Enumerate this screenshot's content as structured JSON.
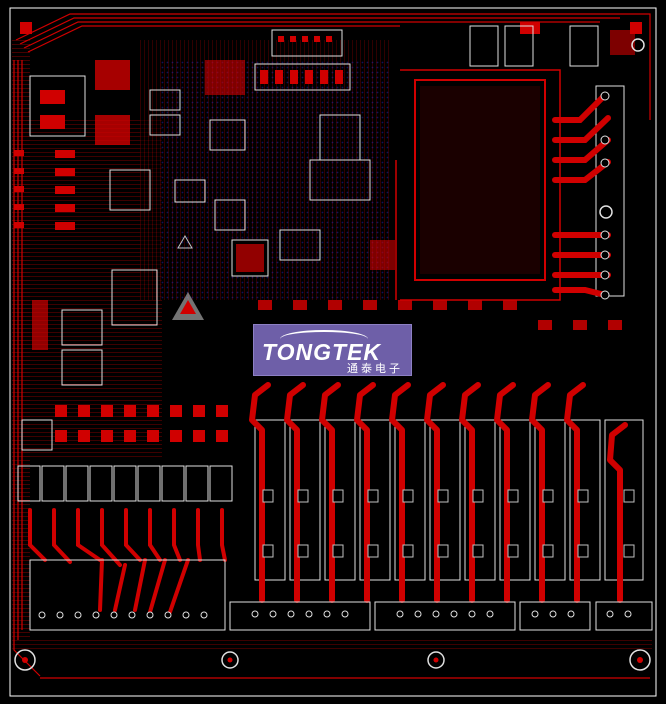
{
  "brand": {
    "name": "TONGTEK",
    "subtitle": "通泰电子"
  },
  "colors": {
    "board_background": "#000000",
    "copper_top": "#d00000",
    "copper_bottom": "#1a1aff",
    "silkscreen": "#e0e0e0",
    "outline": "#ffffff",
    "logo_background": "#6e5fa8"
  },
  "icons": {
    "esd_warning": "warning-triangle-icon",
    "mounting_hole": "mounting-hole-icon"
  },
  "board": {
    "relay_channels": 11,
    "driver_channels": 9
  }
}
